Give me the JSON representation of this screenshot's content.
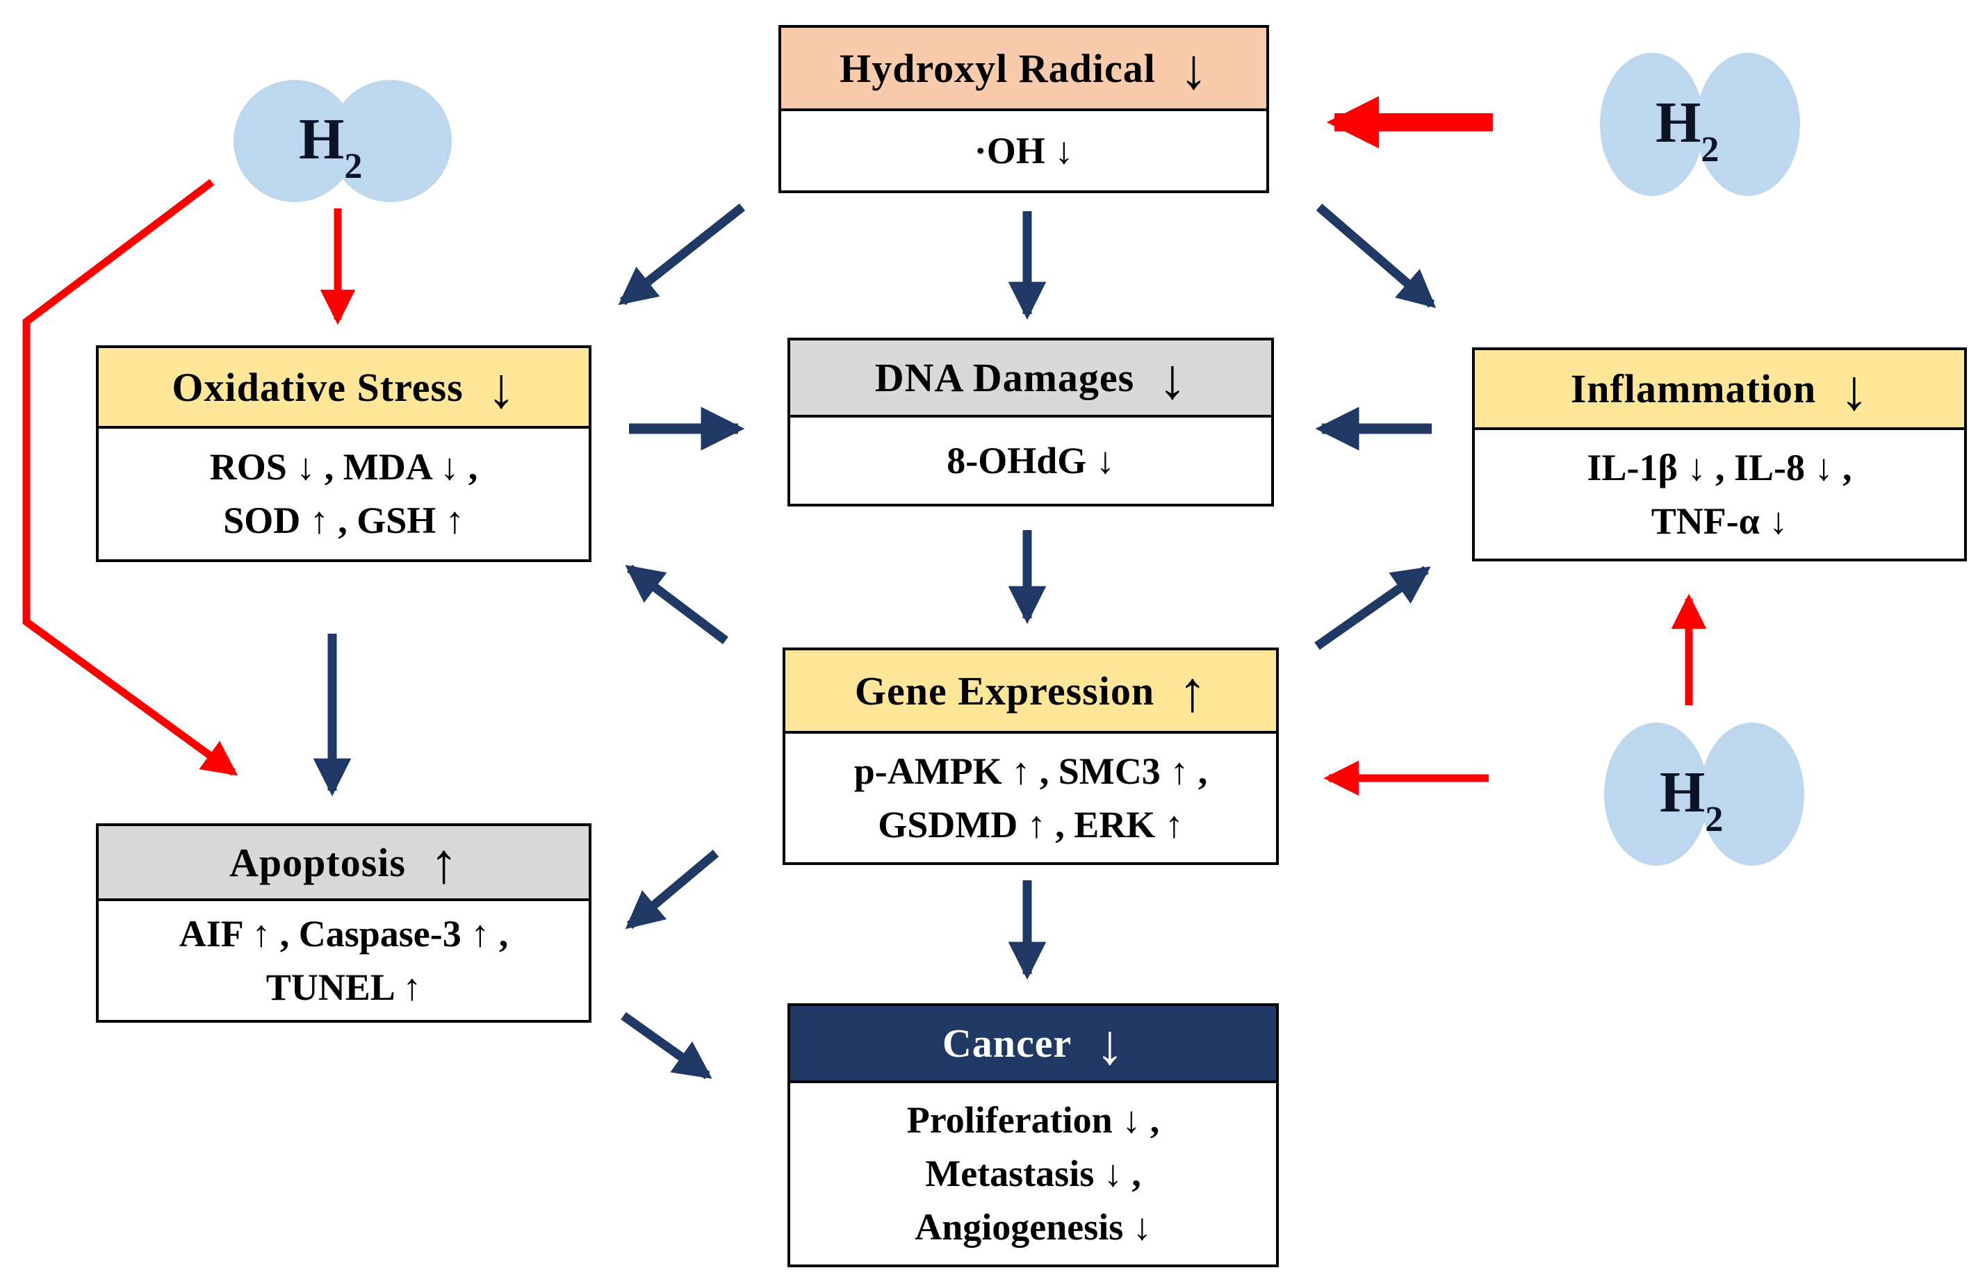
{
  "figure": {
    "subject": "Hydrogen (H2) anti-cancer mechanism diagram"
  },
  "colors": {
    "header_peach": "#F9CBAD",
    "header_yellow": "#FFE699",
    "header_gray": "#D9D9D9",
    "header_navy": "#1F3864",
    "cancer_header_text": "#FFFFFF",
    "arrow_navy": "#1F3864",
    "arrow_red": "#FF0000",
    "molecule_blue": "#BDD7EE",
    "box_border": "#000000"
  },
  "h2_label": {
    "symbol": "H",
    "sub": "2"
  },
  "boxes": {
    "hydroxyl_radical": {
      "title": "Hydroxyl Radical",
      "trend": "↓",
      "lines": [
        "·OH  ↓"
      ]
    },
    "oxidative_stress": {
      "title": "Oxidative Stress",
      "trend": "↓",
      "lines": [
        "ROS ↓ , MDA ↓ ,",
        "SOD ↑ , GSH ↑"
      ]
    },
    "dna_damages": {
      "title": "DNA Damages",
      "trend": "↓",
      "lines": [
        "8-OHdG ↓"
      ]
    },
    "inflammation": {
      "title": "Inflammation",
      "trend": "↓",
      "lines": [
        "IL-1β ↓ , IL-8 ↓ ,",
        "TNF-α ↓"
      ]
    },
    "gene_expression": {
      "title": "Gene Expression",
      "trend": "↑",
      "lines": [
        "p-AMPK ↑ , SMC3 ↑ ,",
        "GSDMD ↑ , ERK ↑"
      ]
    },
    "apoptosis": {
      "title": "Apoptosis",
      "trend": "↑",
      "lines": [
        "AIF ↑ , Caspase-3 ↑ ,",
        "TUNEL ↑"
      ]
    },
    "cancer": {
      "title": "Cancer",
      "trend": "↓",
      "lines": [
        "Proliferation ↓ ,",
        "Metastasis ↓ ,",
        "Angiogenesis ↓"
      ]
    }
  }
}
